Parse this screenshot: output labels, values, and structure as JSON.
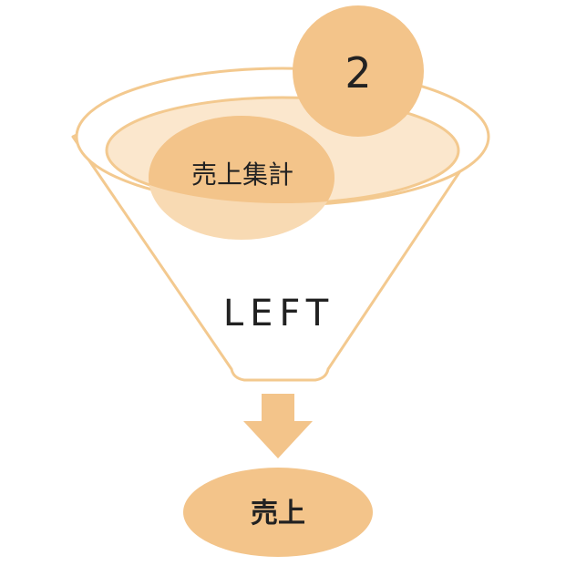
{
  "diagram": {
    "step_number": "2",
    "inner_label": "売上集計",
    "funnel_label": "LEFT",
    "output_label": "売上"
  },
  "colors": {
    "outline": "#f3c98f",
    "light_fill": "#fbe7cd",
    "accent_fill": "#f3c48a",
    "text": "#222222",
    "background": "#ffffff"
  }
}
